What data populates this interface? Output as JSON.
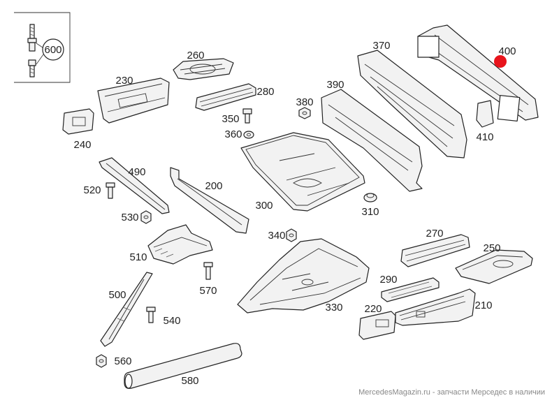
{
  "labels": {
    "p200": "200",
    "p210": "210",
    "p220": "220",
    "p230": "230",
    "p240": "240",
    "p250": "250",
    "p260": "260",
    "p270": "270",
    "p280": "280",
    "p290": "290",
    "p300": "300",
    "p310": "310",
    "p330": "330",
    "p340": "340",
    "p350": "350",
    "p360": "360",
    "p370": "370",
    "p380": "380",
    "p390": "390",
    "p400": "400",
    "p410": "410",
    "p490": "490",
    "p500": "500",
    "p510": "510",
    "p520": "520",
    "p530": "530",
    "p540": "540",
    "p560": "560",
    "p570": "570",
    "p580": "580",
    "p600": "600"
  },
  "highlight_color": "#e8141c",
  "footer": "MercedesMagazin.ru - запчасти Мерседес в наличии"
}
